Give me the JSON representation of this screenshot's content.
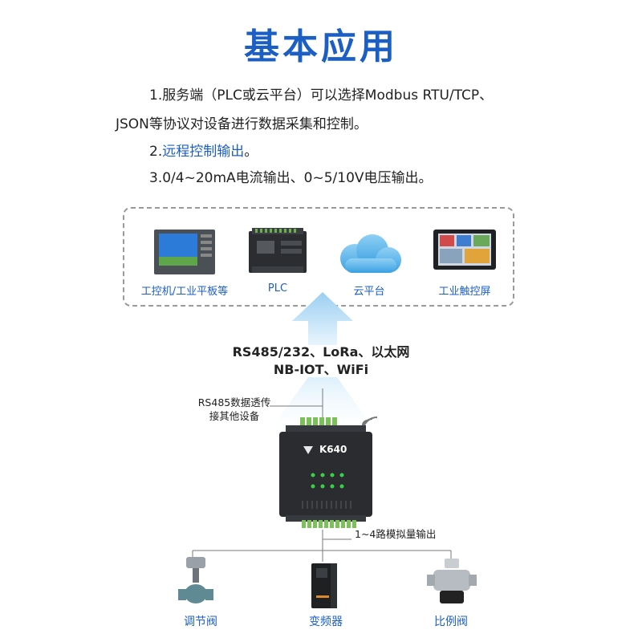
{
  "title": "基本应用",
  "lines": {
    "l1": "1.服务端（PLC或云平台）可以选择Modbus RTU/TCP、",
    "l2": "JSON等协议对设备进行数据采集和控制。",
    "l3_num": "2.",
    "l3_text": "远程控制输出",
    "l3_end": "。",
    "l4": "3.0/4~20mA电流输出、0~5/10V电压输出。"
  },
  "top_devices": [
    {
      "label": "工控机/工业平板等",
      "icon": "industrial-pc-icon"
    },
    {
      "label": "PLC",
      "icon": "plc-icon"
    },
    {
      "label": "云平台",
      "icon": "cloud-icon"
    },
    {
      "label": "工业触控屏",
      "icon": "touch-screen-icon"
    }
  ],
  "comms": {
    "line1": "RS485/232、LoRa、以太网",
    "line2": "NB-IOT、WiFi"
  },
  "rs485": {
    "line1": "RS485数据透传",
    "line2": "接其他设备"
  },
  "device": {
    "model": "K640"
  },
  "analog_label": "1~4路模拟量输出",
  "bottom_devices": [
    {
      "label": "调节阀",
      "icon": "control-valve-icon"
    },
    {
      "label": "变频器",
      "icon": "inverter-icon"
    },
    {
      "label": "比例阀",
      "icon": "proportional-valve-icon"
    }
  ],
  "colors": {
    "accent": "#1c5fc4",
    "arrow": "#bfe0f7"
  }
}
